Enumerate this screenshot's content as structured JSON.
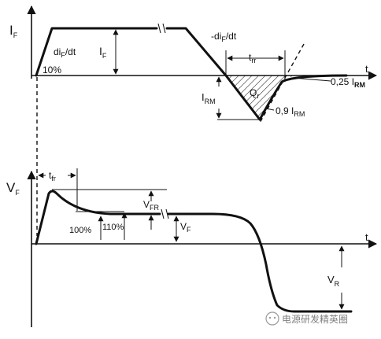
{
  "labels": {
    "top_y_axis": "I",
    "top_y_axis_sub": "F",
    "top_t": "t",
    "dif_dt_rise": "di",
    "dif_dt_rise_sub": "F",
    "dif_dt_rise_tail": "/dt",
    "ten_percent": "10%",
    "if_level": "I",
    "if_level_sub": "F",
    "dif_dt_fall": "-di",
    "dif_dt_fall_sub": "F",
    "dif_dt_fall_tail": "/dt",
    "trr": "t",
    "trr_sub": "rr",
    "qr": "Q",
    "qr_sub": "r",
    "irm": "I",
    "irm_sub": "RM",
    "irm_25": "0,25 I",
    "irm_25_sub": "RM",
    "irm_09": "0,9 I",
    "irm_09_sub": "RM",
    "bottom_y_axis": "V",
    "bottom_y_axis_sub": "F",
    "bottom_t": "t",
    "tfr": "t",
    "tfr_sub": "fr",
    "vfr": "V",
    "vfr_sub": "FR",
    "pct_100": "100%",
    "pct_110": "110%",
    "vf_level": "V",
    "vf_level_sub": "F",
    "vr": "V",
    "vr_sub": "R"
  },
  "watermark": "电源研发精英圈"
}
